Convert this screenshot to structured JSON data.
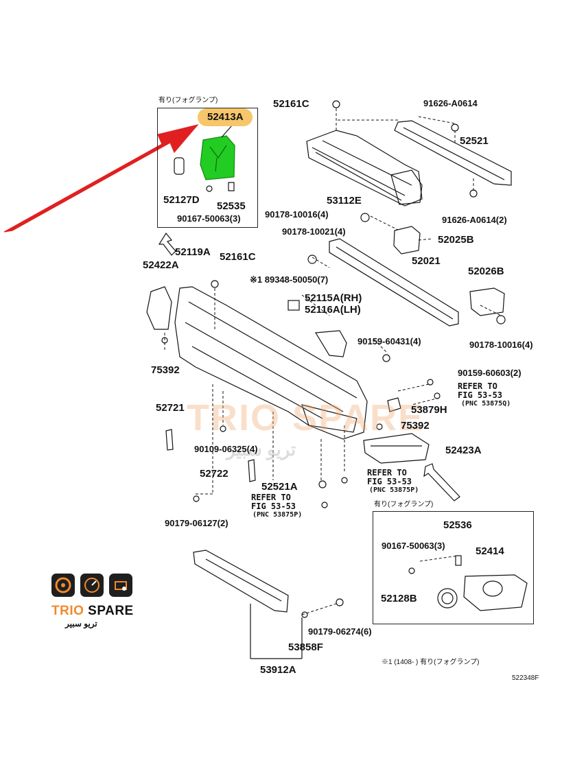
{
  "labels": {
    "p52413A": "52413A",
    "p52127D": "52127D",
    "p52535": "52535",
    "p90167_a": "90167-50063(3)",
    "p52161C_top": "52161C",
    "p91626_top": "91626-A0614",
    "p52521": "52521",
    "p53112E": "53112E",
    "p91626_bot": "91626-A0614(2)",
    "p90178_10016_a": "90178-10016(4)",
    "p90178_10021": "90178-10021(4)",
    "p52025B": "52025B",
    "p52119A": "52119A",
    "p52422A": "52422A",
    "p52161C_mid": "52161C",
    "p89348": "※1 89348-50050(7)",
    "p52021": "52021",
    "p52026B": "52026B",
    "p52115A": "52115A(RH)",
    "p52116A": "52116A(LH)",
    "p90178_10016_b": "90178-10016(4)",
    "p90159_60431": "90159-60431(4)",
    "p75392_a": "75392",
    "p90159_60603": "90159-60603(2)",
    "ref1_a": "REFER TO",
    "ref1_b": "FIG 53-53",
    "ref1_c": "(PNC 53875Q)",
    "p53879H": "53879H",
    "p52721": "52721",
    "p75392_b": "75392",
    "p90109": "90109-06325(4)",
    "p52423A": "52423A",
    "p52722": "52722",
    "p52521A": "52521A",
    "ref2_a": "REFER TO",
    "ref2_b": "FIG 53-53",
    "ref2_c": "(PNC 53875P)",
    "ref3_a": "REFER TO",
    "ref3_b": "FIG 53-53",
    "ref3_c": "(PNC 53875P)",
    "p90179_06127": "90179-06127(2)",
    "p52536": "52536",
    "p90167_b": "90167-50063(3)",
    "p52414": "52414",
    "p52128B": "52128B",
    "p90179_06274": "90179-06274(6)",
    "p53858F": "53858F",
    "p53912A": "53912A",
    "fog_top": "有り(フォグランプ)",
    "fog_bot": "有り(フォグランプ)",
    "footnote": "※1 (1408-      ) 有り(フォグランプ)",
    "diagram_id": "522348F"
  },
  "logo": {
    "brand": "TRIO SPARE",
    "arabic": "تريو سبير"
  },
  "watermark": {
    "text": "TRIO SPARE",
    "arabic": "تريو سبير"
  },
  "colors": {
    "highlight": "#f7c66a",
    "part_green": "#22cc22",
    "arrow_red": "#e02020",
    "logo_orange": "#f08a2c"
  }
}
